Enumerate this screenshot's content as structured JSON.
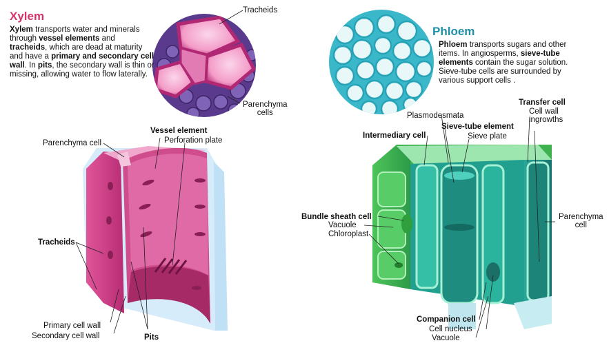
{
  "xylem": {
    "title": "Xylem",
    "color": "#d6336c",
    "desc": [
      {
        "t": "Xylem",
        "b": true
      },
      {
        "t": " transports water and minerals through "
      },
      {
        "t": "vessel elements",
        "b": true
      },
      {
        "t": " and "
      },
      {
        "t": "tracheids",
        "b": true
      },
      {
        "t": ", which are dead at maturity and have a "
      },
      {
        "t": "primary and secondary cell wall",
        "b": true
      },
      {
        "t": ". In "
      },
      {
        "t": "pits",
        "b": true
      },
      {
        "t": ", the secondary wall is thin or missing, allowing water to flow laterally."
      }
    ],
    "labels": {
      "tracheids_top": "Tracheids",
      "parenchyma_cells": "Parenchyma\ncells",
      "parenchyma_cell": "Parenchyma cell",
      "vessel_element": "Vessel element",
      "perforation_plate": "Perforation plate",
      "tracheids": "Tracheids",
      "primary_wall": "Primary cell wall",
      "secondary_wall": "Secondary cell wall",
      "pits": "Pits"
    }
  },
  "phloem": {
    "title": "Phloem",
    "color": "#1e8fa6",
    "desc": [
      {
        "t": "Phloem",
        "b": true
      },
      {
        "t": " transports sugars and other items. In angiosperms, "
      },
      {
        "t": "sieve-tube elements",
        "b": true
      },
      {
        "t": " contain the sugar solution. Sieve-tube cells are surrounded by various support cells ."
      }
    ],
    "labels": {
      "plasmodesmata": "Plasmodesmata",
      "transfer_cell": "Transfer cell",
      "cell_wall_ingrowths": "Cell wall\ningrowths",
      "intermediary_cell": "Intermediary cell",
      "sieve_tube_element": "Sieve-tube element",
      "sieve_plate": "Sieve plate",
      "bundle_sheath_cell": "Bundle sheath cell",
      "vacuole_left": "Vacuole",
      "chloroplast": "Chloroplast",
      "parenchyma_cell": "Parenchyma\ncell",
      "companion_cell": "Companion cell",
      "cell_nucleus": "Cell nucleus",
      "vacuole_bottom": "Vacuole"
    }
  }
}
